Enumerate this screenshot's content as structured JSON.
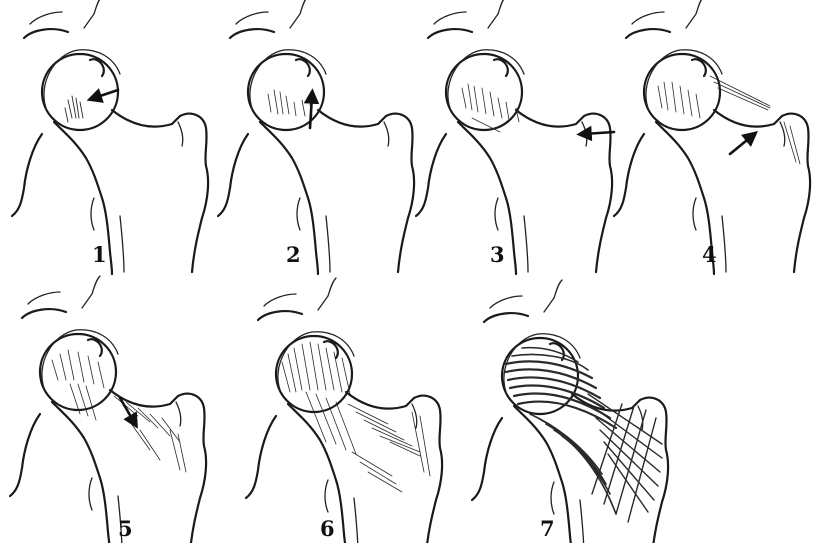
{
  "stage_labels": [
    "1",
    "2",
    "3",
    "4",
    "5",
    "6",
    "7"
  ],
  "colors": {
    "ink": "#1a1a1a",
    "background": "#ffffff"
  },
  "icons": [
    "arrow-icon"
  ]
}
